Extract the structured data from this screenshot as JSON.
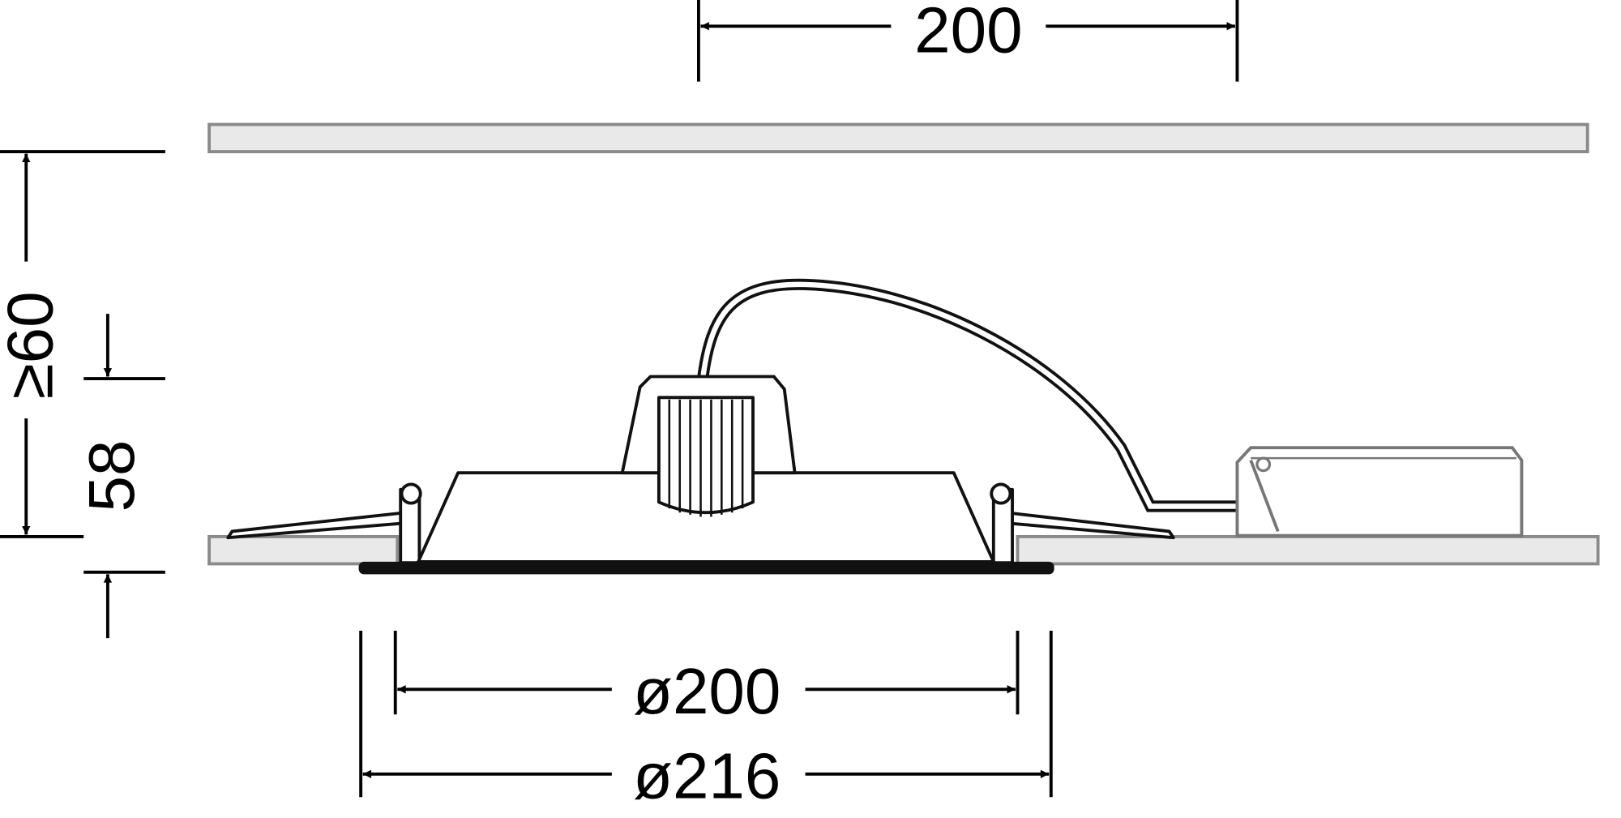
{
  "dimensions": {
    "top_spacing": "200",
    "ceiling_clearance": "≥60",
    "fixture_height": "58",
    "cutout_diameter": "ø200",
    "outer_diameter": "ø216"
  },
  "colors": {
    "line": "#000000",
    "slab_fill": "#e9e9e9",
    "slab_stroke": "#8a8a8a",
    "driver_stroke": "#777777"
  }
}
